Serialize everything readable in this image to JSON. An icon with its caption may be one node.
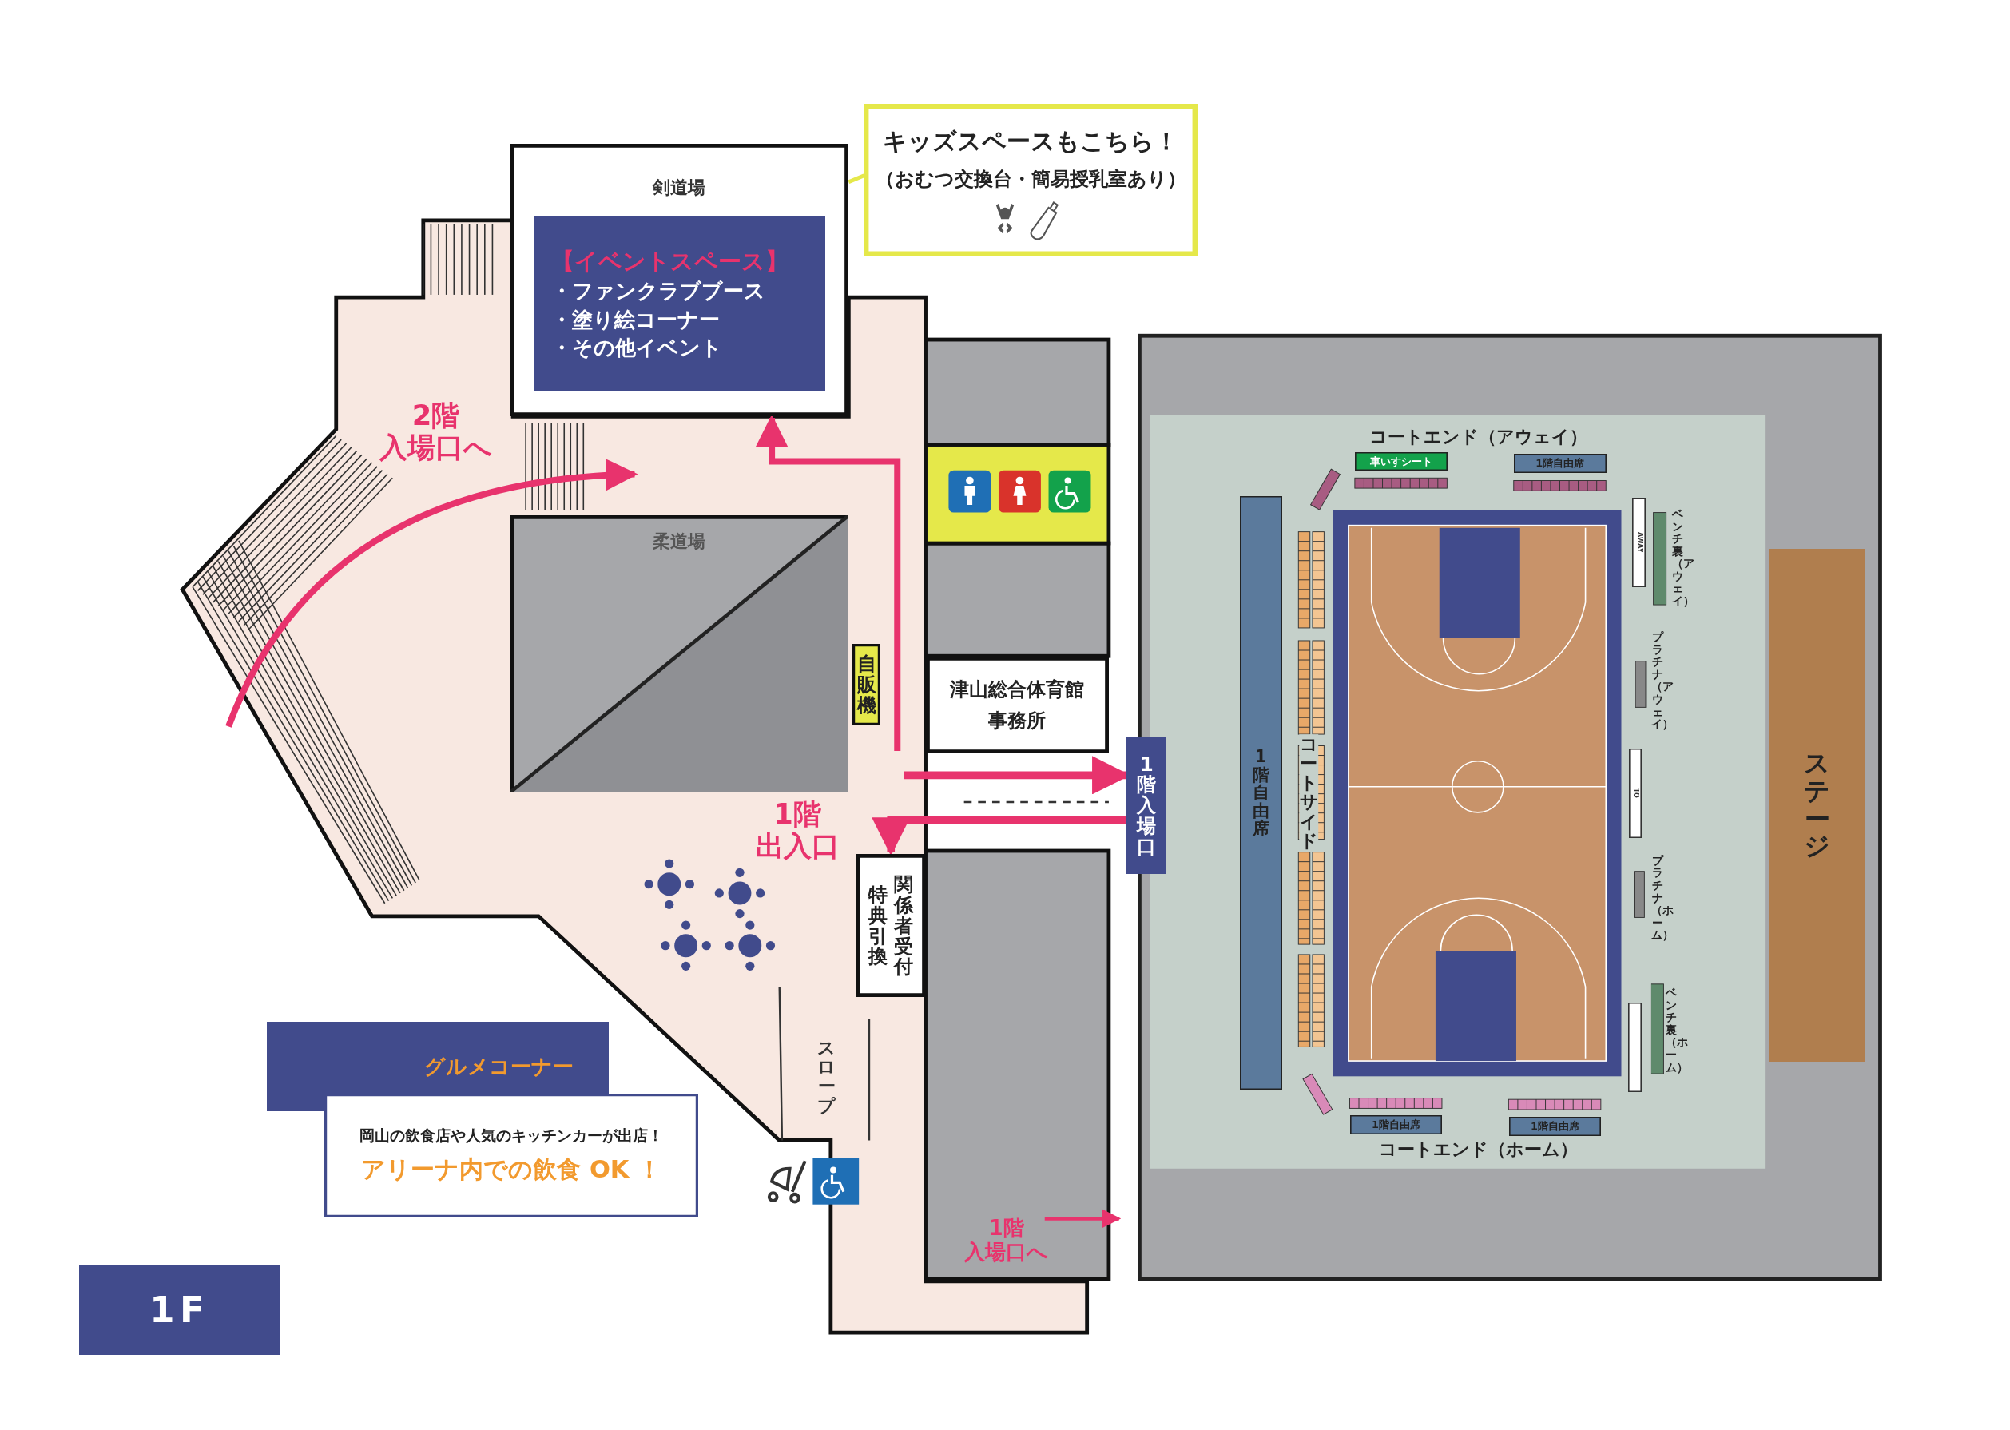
{
  "diagram": {
    "nodes": [
      {
        "text": [
          "剣道場"
        ]
      },
      {
        "text": [
          "【イベントスペース】",
          "・ファンクラブブース",
          "・塗り絵コーナー",
          "・その他イベント"
        ],
        "in": 0
      },
      {
        "text": [
          "キッズスペースもこちら！",
          "（おむつ交換台・簡易授乳室あり）"
        ]
      },
      {
        "text": [
          "柔道場"
        ]
      },
      {
        "text": [
          "自販機"
        ]
      },
      {
        "text": [
          "津山総合体育館事務所"
        ]
      },
      {
        "text": [
          "特典引換",
          "関係者受付"
        ]
      },
      {
        "text": [
          "1階入場口"
        ]
      },
      {
        "text": [
          "1階自由席"
        ]
      },
      {
        "text": [
          "車いすシート"
        ]
      },
      {
        "text": [
          "1階自由席"
        ]
      },
      {
        "text": [
          "AWAY"
        ]
      },
      {
        "text": [
          "TO"
        ]
      },
      {
        "text": [],
        "shape": "box"
      },
      {
        "text": [
          "1階自由席"
        ]
      },
      {
        "text": [
          "1階自由席"
        ]
      },
      {
        "text": [
          "ステージ"
        ]
      },
      {
        "text": [
          "グルメコーナー"
        ]
      },
      {
        "text": [
          "岡山の飲食店や人気のキッチンカーが出店！",
          "アリーナ内での飲食 OK ！"
        ]
      },
      {
        "text": [
          "1F"
        ]
      }
    ],
    "edges": [
      {
        "from": 2,
        "to": 0,
        "arrow": "none",
        "color": "#e5e84a"
      },
      {
        "from": null,
        "to": 0,
        "arrow": "to"
      },
      {
        "from": null,
        "to": 7,
        "arrow": "to"
      },
      {
        "from": 7,
        "to": 6,
        "arrow": "to"
      }
    ],
    "labels": [
      "2階入場口へ",
      "1階出入口",
      "1階入場口へ",
      "スロープ",
      "コートエンド（アウェイ）",
      "コートサイド",
      "ベンチ裏（アウェイ）",
      "プラチナ（アウェイ）",
      "プラチナ（ホーム）",
      "ベンチ裏（ホーム）",
      "コートエンド（ホーム）"
    ]
  }
}
